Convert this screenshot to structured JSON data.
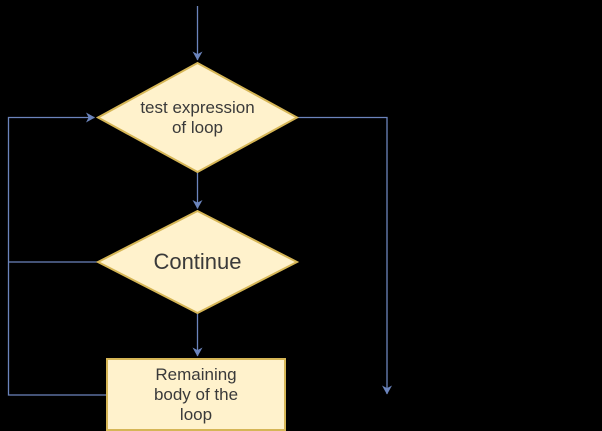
{
  "flowchart": {
    "nodes": {
      "test_expression": {
        "shape": "decision",
        "label": "test expression\nof loop"
      },
      "continue_check": {
        "shape": "decision",
        "label": "Continue"
      },
      "remaining_body": {
        "shape": "process",
        "label": "Remaining\nbody of the\nloop"
      }
    },
    "edges": [
      {
        "from": "entry",
        "to": "test_expression",
        "route": "down",
        "arrowhead": true
      },
      {
        "from": "test_expression",
        "to": "continue_check",
        "route": "down",
        "arrowhead": true
      },
      {
        "from": "continue_check",
        "to": "remaining_body",
        "route": "down",
        "arrowhead": true
      },
      {
        "from": "test_expression",
        "to": "loop_exit",
        "route": "right-then-down",
        "arrowhead": true
      },
      {
        "from": "continue_check",
        "to": "test_expression",
        "route": "left-loopback",
        "arrowhead": false
      },
      {
        "from": "remaining_body",
        "to": "test_expression",
        "route": "left-up-right-loopback",
        "arrowhead": true
      }
    ],
    "colors": {
      "background": "#000000",
      "node_fill": "#FFF2CC",
      "node_border": "#D6B656",
      "connector": "#6B84BC",
      "label_text": "#3A3A3A"
    }
  }
}
